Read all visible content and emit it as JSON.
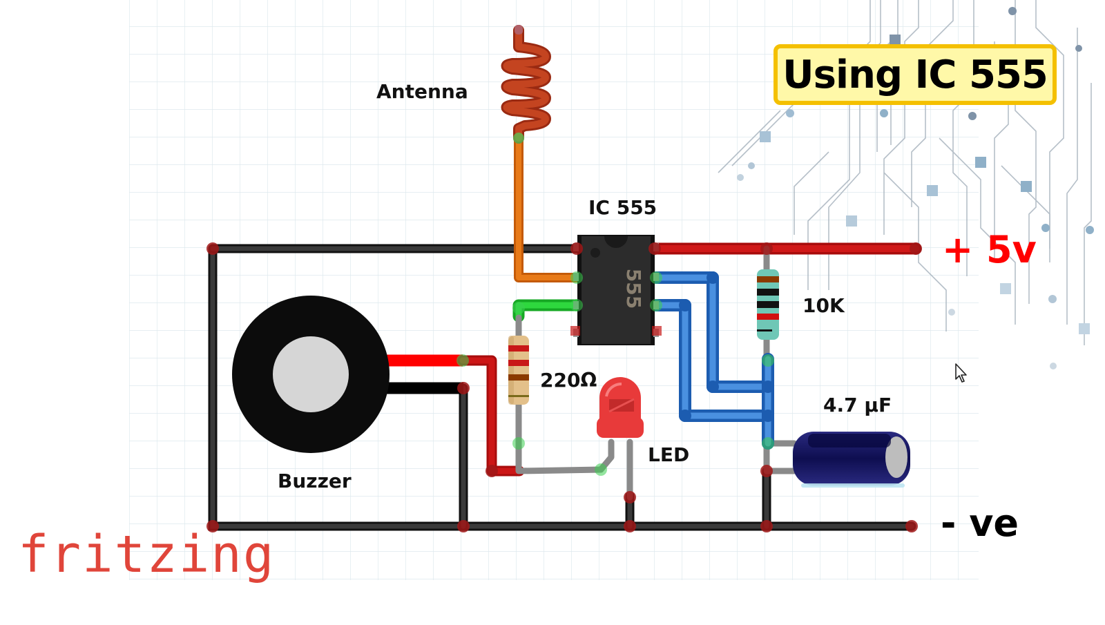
{
  "title": "Using IC 555",
  "logo": "fritzing",
  "rails": {
    "positive": "+ 5v",
    "negative": "- ve"
  },
  "components": {
    "antenna": {
      "label": "Antenna",
      "icon": "coil-antenna"
    },
    "ic": {
      "label": "IC 555",
      "marking": "555",
      "icon": "dip8-chip"
    },
    "resistor_10k": {
      "label": "10K",
      "bands": [
        "#8b3a00",
        "#111111",
        "#111111",
        "#d01010"
      ],
      "body": "#6fc7b6"
    },
    "resistor_220": {
      "label": "220Ω",
      "bands": [
        "#c81818",
        "#c81818",
        "#8b3a00"
      ],
      "body": "#e3c08a"
    },
    "led": {
      "label": "LED",
      "color": "#e83a3a"
    },
    "buzzer": {
      "label": "Buzzer"
    },
    "capacitor": {
      "label": "4.7 µF",
      "color": "#151560"
    }
  },
  "colors": {
    "wire_black": "#2b2b2b",
    "wire_red": "#c81414",
    "wire_blue": "#2e7bd0",
    "wire_green": "#22c232",
    "wire_orange": "#e07012",
    "wire_gray": "#8a8a8a",
    "title_bg": "#fff8a8",
    "title_border": "#f4c000",
    "plus_label": "#ff0000",
    "logo": "#e0453a"
  }
}
